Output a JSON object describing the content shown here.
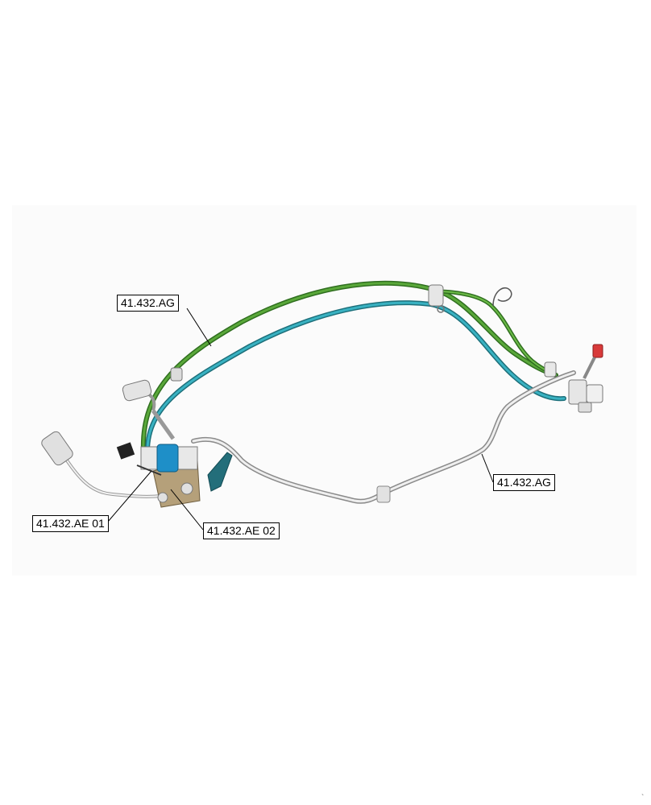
{
  "callouts": [
    {
      "id": "callout-1",
      "label": "41.432.AG"
    },
    {
      "id": "callout-2",
      "label": "41.432.AG"
    },
    {
      "id": "callout-3",
      "label": "41.432.AE 01"
    },
    {
      "id": "callout-4",
      "label": "41.432.AE 02"
    }
  ],
  "colors": {
    "green_hose": "#3f8a2b",
    "teal_hose": "#2a9aa8",
    "blue_pump": "#1e8fc8",
    "steel_pipe": "#c8c8c8",
    "bracket": "#b5a07a",
    "red_fitting": "#d83a3a"
  },
  "corner_mark": "`"
}
